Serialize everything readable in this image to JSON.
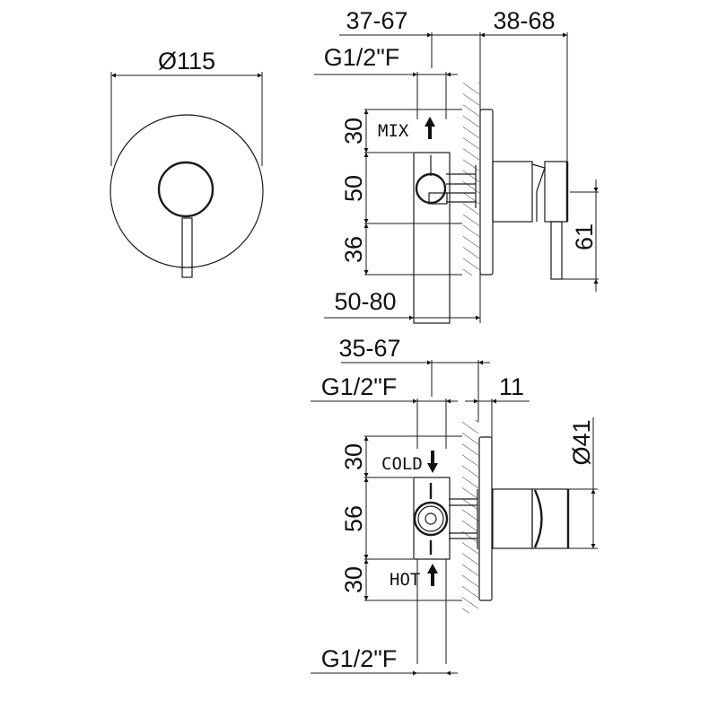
{
  "drawing": {
    "front_view": {
      "diameter_label": "Ø115"
    },
    "side_view_mix": {
      "top_dim_left": "37-67",
      "top_dim_right": "38-68",
      "thread_label": "G1/2\"F",
      "flow_label": "MIX",
      "vertical_dims": [
        "30",
        "50",
        "36"
      ],
      "bottom_dim": "50-80",
      "handle_height": "61"
    },
    "side_view_cold_hot": {
      "top_dim": "35-67",
      "thread_label_top": "G1/2\"F",
      "plate_dim": "11",
      "cold_label": "COLD",
      "hot_label": "HOT",
      "vertical_dims": [
        "30",
        "56",
        "30"
      ],
      "handle_diameter": "Ø41",
      "thread_label_bottom": "G1/2\"F"
    }
  }
}
